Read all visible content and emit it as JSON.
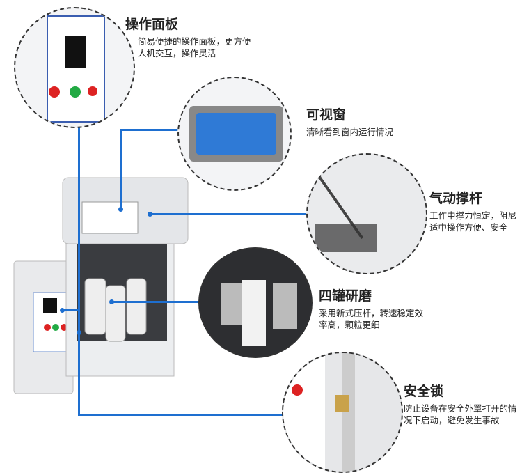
{
  "accent_color": "#1e6fd0",
  "features": [
    {
      "title": "操作面板",
      "desc": "简易便捷的操作面板，更方便人机交互，操作灵活"
    },
    {
      "title": "可视窗",
      "desc": "清晰看到窗内运行情况"
    },
    {
      "title": "气动撑杆",
      "desc": "工作中撑力恒定，阻尼适中操作方便、安全"
    },
    {
      "title": "四罐研磨",
      "desc": "采用新式压杆，转速稳定效率高，颗粒更细"
    },
    {
      "title": "安全锁",
      "desc": "防止设备在安全外罩打开的情况下启动，避免发生事故"
    }
  ]
}
